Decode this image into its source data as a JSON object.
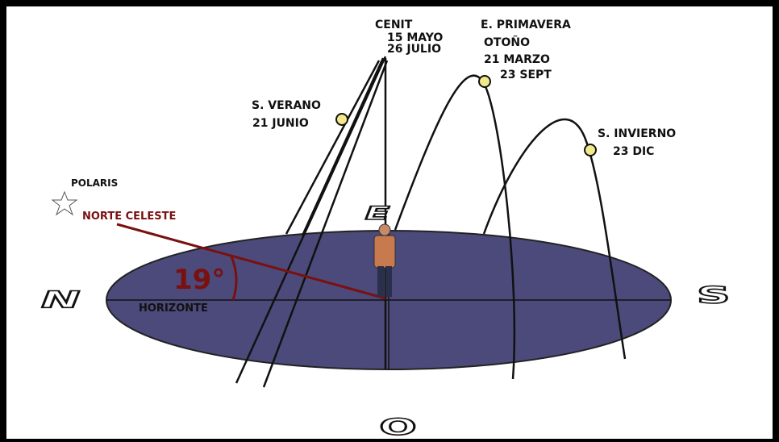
{
  "labels": {
    "cenit": "CENIT",
    "cenit_date1": "15 MAYO",
    "cenit_date2": "26 JULIO",
    "equinox1": "E. PRIMAVERA",
    "equinox2": "OTOÑO",
    "equinox3": "21 MARZO",
    "equinox4": "23 SEPT",
    "summer1": "S. VERANO",
    "summer2": "21 JUNIO",
    "winter1": "S. INVIERNO",
    "winter2": "23 DIC",
    "polaris": "POLARIS",
    "north_celestial": "NORTE CELESTE",
    "angle": "19°",
    "horizon": "HORIZONTE"
  },
  "cardinal": {
    "north": "N",
    "south": "S",
    "east": "E",
    "west": "O"
  },
  "colors": {
    "horizon_fill": "#4b4a7a",
    "sun_fill": "#f2ea8a",
    "accent_red": "#7a1010",
    "person_shirt": "#c77a4e",
    "person_pants": "#2a2f4a"
  }
}
